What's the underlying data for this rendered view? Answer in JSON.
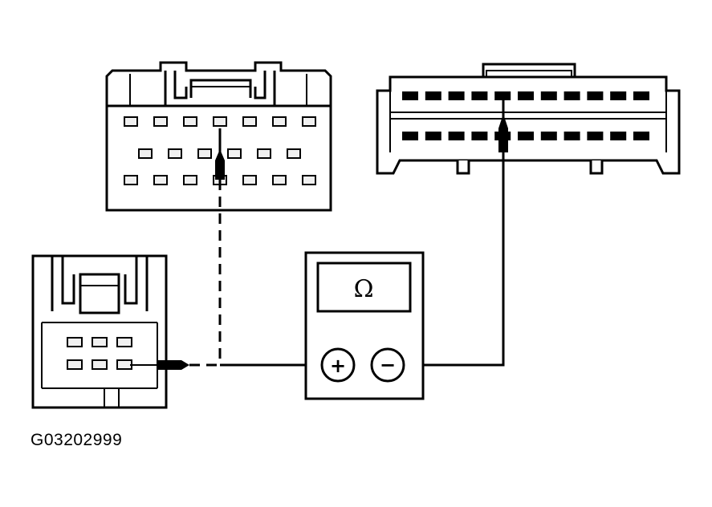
{
  "figure_id": "G03202999",
  "meter": {
    "display_symbol": "Ω",
    "positive_symbol": "+",
    "negative_symbol": "−"
  },
  "connectors": {
    "top_left": {
      "rows": [
        7,
        6,
        7
      ]
    },
    "top_right": {
      "rows": [
        11,
        11
      ]
    },
    "bottom_left": {
      "rows": [
        3,
        3
      ]
    }
  },
  "colors": {
    "line": "#000000",
    "fill": "#ffffff",
    "pin_fill": "#f0f0f0"
  }
}
